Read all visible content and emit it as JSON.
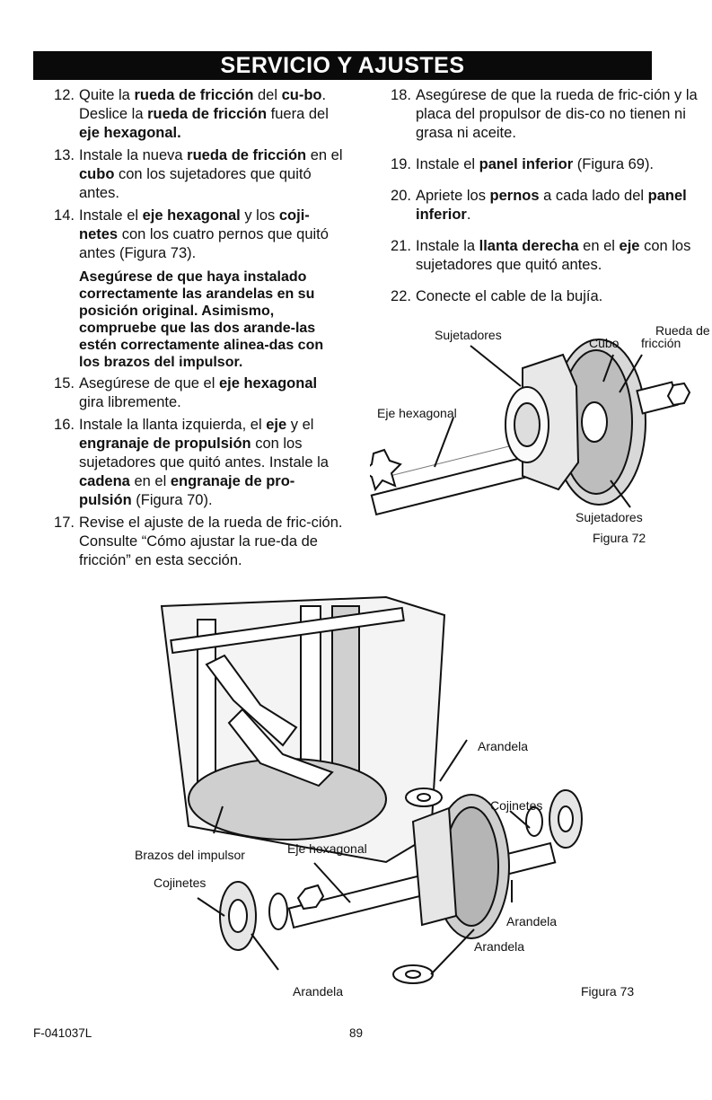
{
  "header": {
    "title": "SERVICIO Y AJUSTES"
  },
  "left_steps": [
    {
      "num": "12",
      "parts": [
        {
          "t": "Quite la "
        },
        {
          "t": "rueda de fricción",
          "b": true
        },
        {
          "t": " del "
        },
        {
          "t": "cu-bo",
          "b": true
        },
        {
          "t": ". Deslice la "
        },
        {
          "t": "rueda de fricción",
          "b": true
        },
        {
          "t": " fuera del "
        },
        {
          "t": "eje hexagonal.",
          "b": true
        }
      ]
    },
    {
      "num": "13",
      "parts": [
        {
          "t": "Instale la nueva "
        },
        {
          "t": "rueda de fricción",
          "b": true
        },
        {
          "t": " en el "
        },
        {
          "t": "cubo",
          "b": true
        },
        {
          "t": " con los sujetadores que quitó antes."
        }
      ]
    },
    {
      "num": "14",
      "parts": [
        {
          "t": "Instale el "
        },
        {
          "t": "eje hexagonal",
          "b": true
        },
        {
          "t": " y los "
        },
        {
          "t": "coji-netes",
          "b": true
        },
        {
          "t": " con los cuatro pernos que quitó antes (Figura 73)."
        }
      ]
    }
  ],
  "note": "Asegúrese de que haya instalado correctamente las arandelas en su posición original. Asimismo, compruebe que las dos arande-las estén correctamente alinea-das con los brazos del impulsor.",
  "left_steps_2": [
    {
      "num": "15",
      "parts": [
        {
          "t": "Asegúrese de que el "
        },
        {
          "t": "eje hexagonal",
          "b": true
        },
        {
          "t": " gira libremente."
        }
      ]
    },
    {
      "num": "16",
      "parts": [
        {
          "t": "Instale la llanta izquierda, el "
        },
        {
          "t": "eje",
          "b": true
        },
        {
          "t": " y el "
        },
        {
          "t": "engranaje de propulsión",
          "b": true
        },
        {
          "t": " con los sujetadores que quitó antes. Instale la "
        },
        {
          "t": "cadena",
          "b": true
        },
        {
          "t": " en el "
        },
        {
          "t": "engranaje de pro-pulsión",
          "b": true
        },
        {
          "t": " (Figura 70)."
        }
      ]
    },
    {
      "num": "17",
      "parts": [
        {
          "t": "Revise el ajuste de la rueda de fric-ción. Consulte “Cómo ajustar la rue-da de fricción” en esta sección."
        }
      ]
    }
  ],
  "right_steps": [
    {
      "num": "18",
      "parts": [
        {
          "t": "Asegúrese de que la rueda de fric-ción y la placa del propulsor de dis-co no tienen ni grasa ni aceite."
        }
      ]
    },
    {
      "num": "19",
      "parts": [
        {
          "t": "Instale el "
        },
        {
          "t": "panel inferior",
          "b": true
        },
        {
          "t": " (Figura 69)."
        }
      ]
    },
    {
      "num": "20",
      "parts": [
        {
          "t": "Apriete los "
        },
        {
          "t": "pernos",
          "b": true
        },
        {
          "t": " a cada lado del "
        },
        {
          "t": "panel inferior",
          "b": true
        },
        {
          "t": "."
        }
      ]
    },
    {
      "num": "21",
      "parts": [
        {
          "t": "Instale la "
        },
        {
          "t": "llanta derecha",
          "b": true
        },
        {
          "t": " en el "
        },
        {
          "t": "eje",
          "b": true
        },
        {
          "t": " con los sujetadores que quitó antes."
        }
      ]
    },
    {
      "num": "22",
      "parts": [
        {
          "t": "Conecte el cable de la bujía."
        }
      ]
    }
  ],
  "fig72": {
    "sujetadores_top": "Sujetadores",
    "cubo": "Cubo",
    "rueda_de": "Rueda de",
    "friccion": "fricción",
    "eje_hexagonal": "Eje hexagonal",
    "sujetadores_bottom": "Sujetadores",
    "caption": "Figura 72"
  },
  "fig73": {
    "arandela_top": "Arandela",
    "cojinetes_right": "Cojinetes",
    "brazos": "Brazos del impulsor",
    "eje_hexagonal": "Eje hexagonal",
    "cojinetes_left": "Cojinetes",
    "arandela_right": "Arandela",
    "arandela_bottom_right": "Arandela",
    "arandela_bottom": "Arandela",
    "caption": "Figura 73"
  },
  "footer": {
    "code": "F-041037L",
    "page": "89"
  }
}
